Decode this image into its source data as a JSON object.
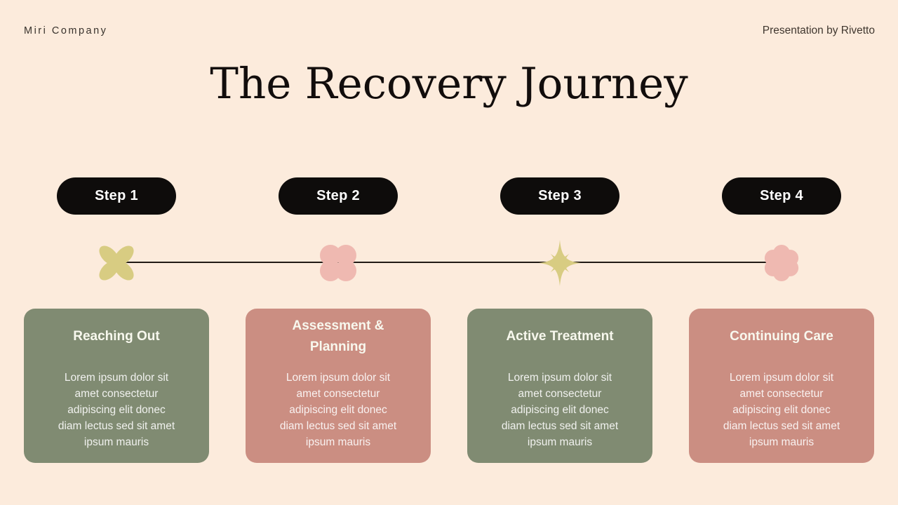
{
  "slide": {
    "brand": "Miri Company",
    "credit": "Presentation by Rivetto",
    "title": "The Recovery Journey"
  },
  "colors": {
    "background": "#fcebdc",
    "pill_background": "#0e0c0b",
    "pill_text": "#ffffff",
    "timeline": "#201a15",
    "card_green": "#808b72",
    "card_pink": "#cb8e82",
    "shape_olive": "#d8cc82",
    "shape_pink": "#efb9b1",
    "card_text": "#f8f8ee",
    "title_text": "#120d0c"
  },
  "steps": [
    {
      "pill": "Step 1",
      "shape": "x-cross",
      "card_color": "#808b72",
      "title": "Reaching Out",
      "body": "Lorem ipsum dolor sit\namet consectetur\nadipiscing elit donec\ndiam lectus sed sit amet\nipsum mauris"
    },
    {
      "pill": "Step 2",
      "shape": "clover",
      "card_color": "#cb8e82",
      "title": "Assessment &\nPlanning",
      "body": "Lorem ipsum dolor sit\namet consectetur\nadipiscing elit donec\ndiam lectus sed sit amet\nipsum mauris"
    },
    {
      "pill": "Step 3",
      "shape": "sparkle",
      "card_color": "#808b72",
      "title": "Active Treatment",
      "body": "Lorem ipsum dolor sit\namet consectetur\nadipiscing elit donec\ndiam lectus sed sit amet\nipsum mauris"
    },
    {
      "pill": "Step 4",
      "shape": "flower",
      "card_color": "#cb8e82",
      "title": "Continuing Care",
      "body": "Lorem ipsum dolor sit\namet consectetur\nadipiscing elit donec\ndiam lectus sed sit amet\nipsum mauris"
    }
  ]
}
